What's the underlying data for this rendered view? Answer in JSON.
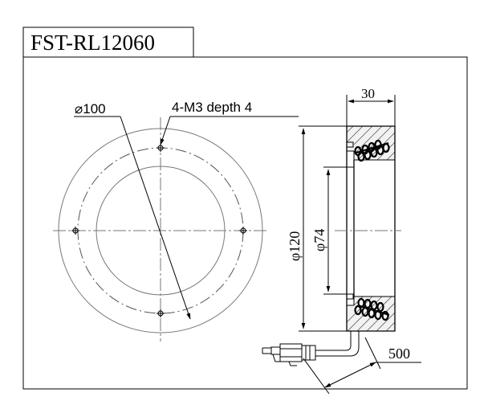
{
  "title": "FST-RL12060",
  "front_view": {
    "dim_outer_ring": "⌀100",
    "dim_holes": "4-M3 depth 4"
  },
  "side_view": {
    "dim_width": "30",
    "dim_outer_diameter": "φ120",
    "dim_inner_diameter": "φ74"
  },
  "cable": {
    "dim_length": "500"
  }
}
